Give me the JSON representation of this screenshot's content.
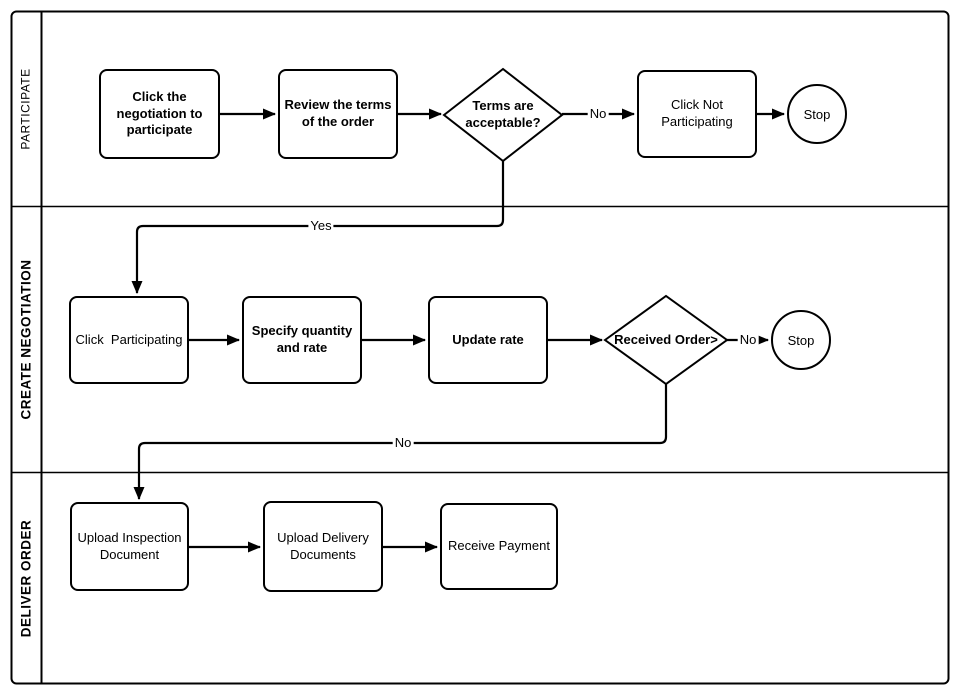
{
  "diagram": {
    "type": "swimlane-flowchart",
    "colors": {
      "stroke": "#000000",
      "background": "#ffffff",
      "text": "#000000"
    },
    "lanes": [
      {
        "name": "PARTICIPATE"
      },
      {
        "name": "CREATE NEGOTIATION"
      },
      {
        "name": "DELIVER ORDER"
      }
    ],
    "nodes": {
      "click_negotiation": {
        "label": "Click the\nnegotiation to\nparticipate",
        "shape": "process",
        "lane": "PARTICIPATE"
      },
      "review_terms": {
        "label": "Review the terms\nof the order",
        "shape": "process",
        "lane": "PARTICIPATE"
      },
      "terms_acceptable": {
        "label": "Terms are\nacceptable?",
        "shape": "decision",
        "lane": "PARTICIPATE"
      },
      "click_not_participating": {
        "label": "Click Not\nParticipating",
        "shape": "process",
        "lane": "PARTICIPATE"
      },
      "stop1": {
        "label": "Stop",
        "shape": "terminator",
        "lane": "PARTICIPATE"
      },
      "click_participating": {
        "label": "Click  Participating",
        "shape": "process",
        "lane": "CREATE NEGOTIATION"
      },
      "specify_quantity": {
        "label": "Specify quantity\nand rate",
        "shape": "process",
        "lane": "CREATE NEGOTIATION"
      },
      "update_rate": {
        "label": "Update rate",
        "shape": "process",
        "lane": "CREATE NEGOTIATION"
      },
      "received_order": {
        "label": "Received Order>",
        "shape": "decision",
        "lane": "CREATE NEGOTIATION"
      },
      "stop2": {
        "label": "Stop",
        "shape": "terminator",
        "lane": "CREATE NEGOTIATION"
      },
      "upload_inspection": {
        "label": "Upload Inspection\nDocument",
        "shape": "process",
        "lane": "DELIVER ORDER"
      },
      "upload_delivery": {
        "label": "Upload Delivery\nDocuments",
        "shape": "process",
        "lane": "DELIVER ORDER"
      },
      "receive_payment": {
        "label": "Receive Payment",
        "shape": "process",
        "lane": "DELIVER ORDER"
      }
    },
    "edges": {
      "terms_no": "No",
      "terms_yes": "Yes",
      "received_no_stop": "No",
      "received_no_deliver": "No"
    }
  }
}
